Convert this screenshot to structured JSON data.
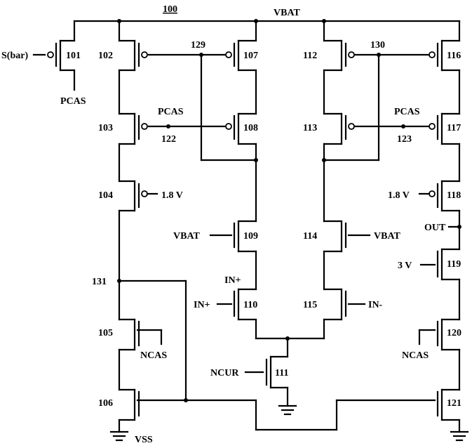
{
  "diagram": {
    "title": "100",
    "supply_label": "VBAT",
    "ground_label": "VSS",
    "transistors": [
      {
        "id": "101",
        "label": "101"
      },
      {
        "id": "102",
        "label": "102"
      },
      {
        "id": "103",
        "label": "103"
      },
      {
        "id": "104",
        "label": "104"
      },
      {
        "id": "105",
        "label": "105"
      },
      {
        "id": "106",
        "label": "106"
      },
      {
        "id": "107",
        "label": "107"
      },
      {
        "id": "108",
        "label": "108"
      },
      {
        "id": "109",
        "label": "109"
      },
      {
        "id": "110",
        "label": "110"
      },
      {
        "id": "111",
        "label": "111"
      },
      {
        "id": "112",
        "label": "112"
      },
      {
        "id": "113",
        "label": "113"
      },
      {
        "id": "114",
        "label": "114"
      },
      {
        "id": "115",
        "label": "115"
      },
      {
        "id": "116",
        "label": "116"
      },
      {
        "id": "117",
        "label": "117"
      },
      {
        "id": "118",
        "label": "118"
      },
      {
        "id": "119",
        "label": "119"
      },
      {
        "id": "120",
        "label": "120"
      },
      {
        "id": "121",
        "label": "121"
      }
    ],
    "nodes": {
      "n129": "129",
      "n130": "130",
      "n122": "122",
      "n123": "123",
      "n131": "131"
    },
    "signals": {
      "sbar": "S(bar)",
      "pcas_101": "PCAS",
      "pcas_103": "PCAS",
      "pcas_117": "PCAS",
      "v18_104": "1.8 V",
      "v18_118": "1.8 V",
      "vbat_109": "VBAT",
      "vbat_114": "VBAT",
      "inplus_top": "IN+",
      "inplus_gate": "IN+",
      "inminus": "IN-",
      "ncur": "NCUR",
      "ncas_105": "NCAS",
      "ncas_120": "NCAS",
      "out": "OUT",
      "v3_119": "3 V"
    }
  }
}
